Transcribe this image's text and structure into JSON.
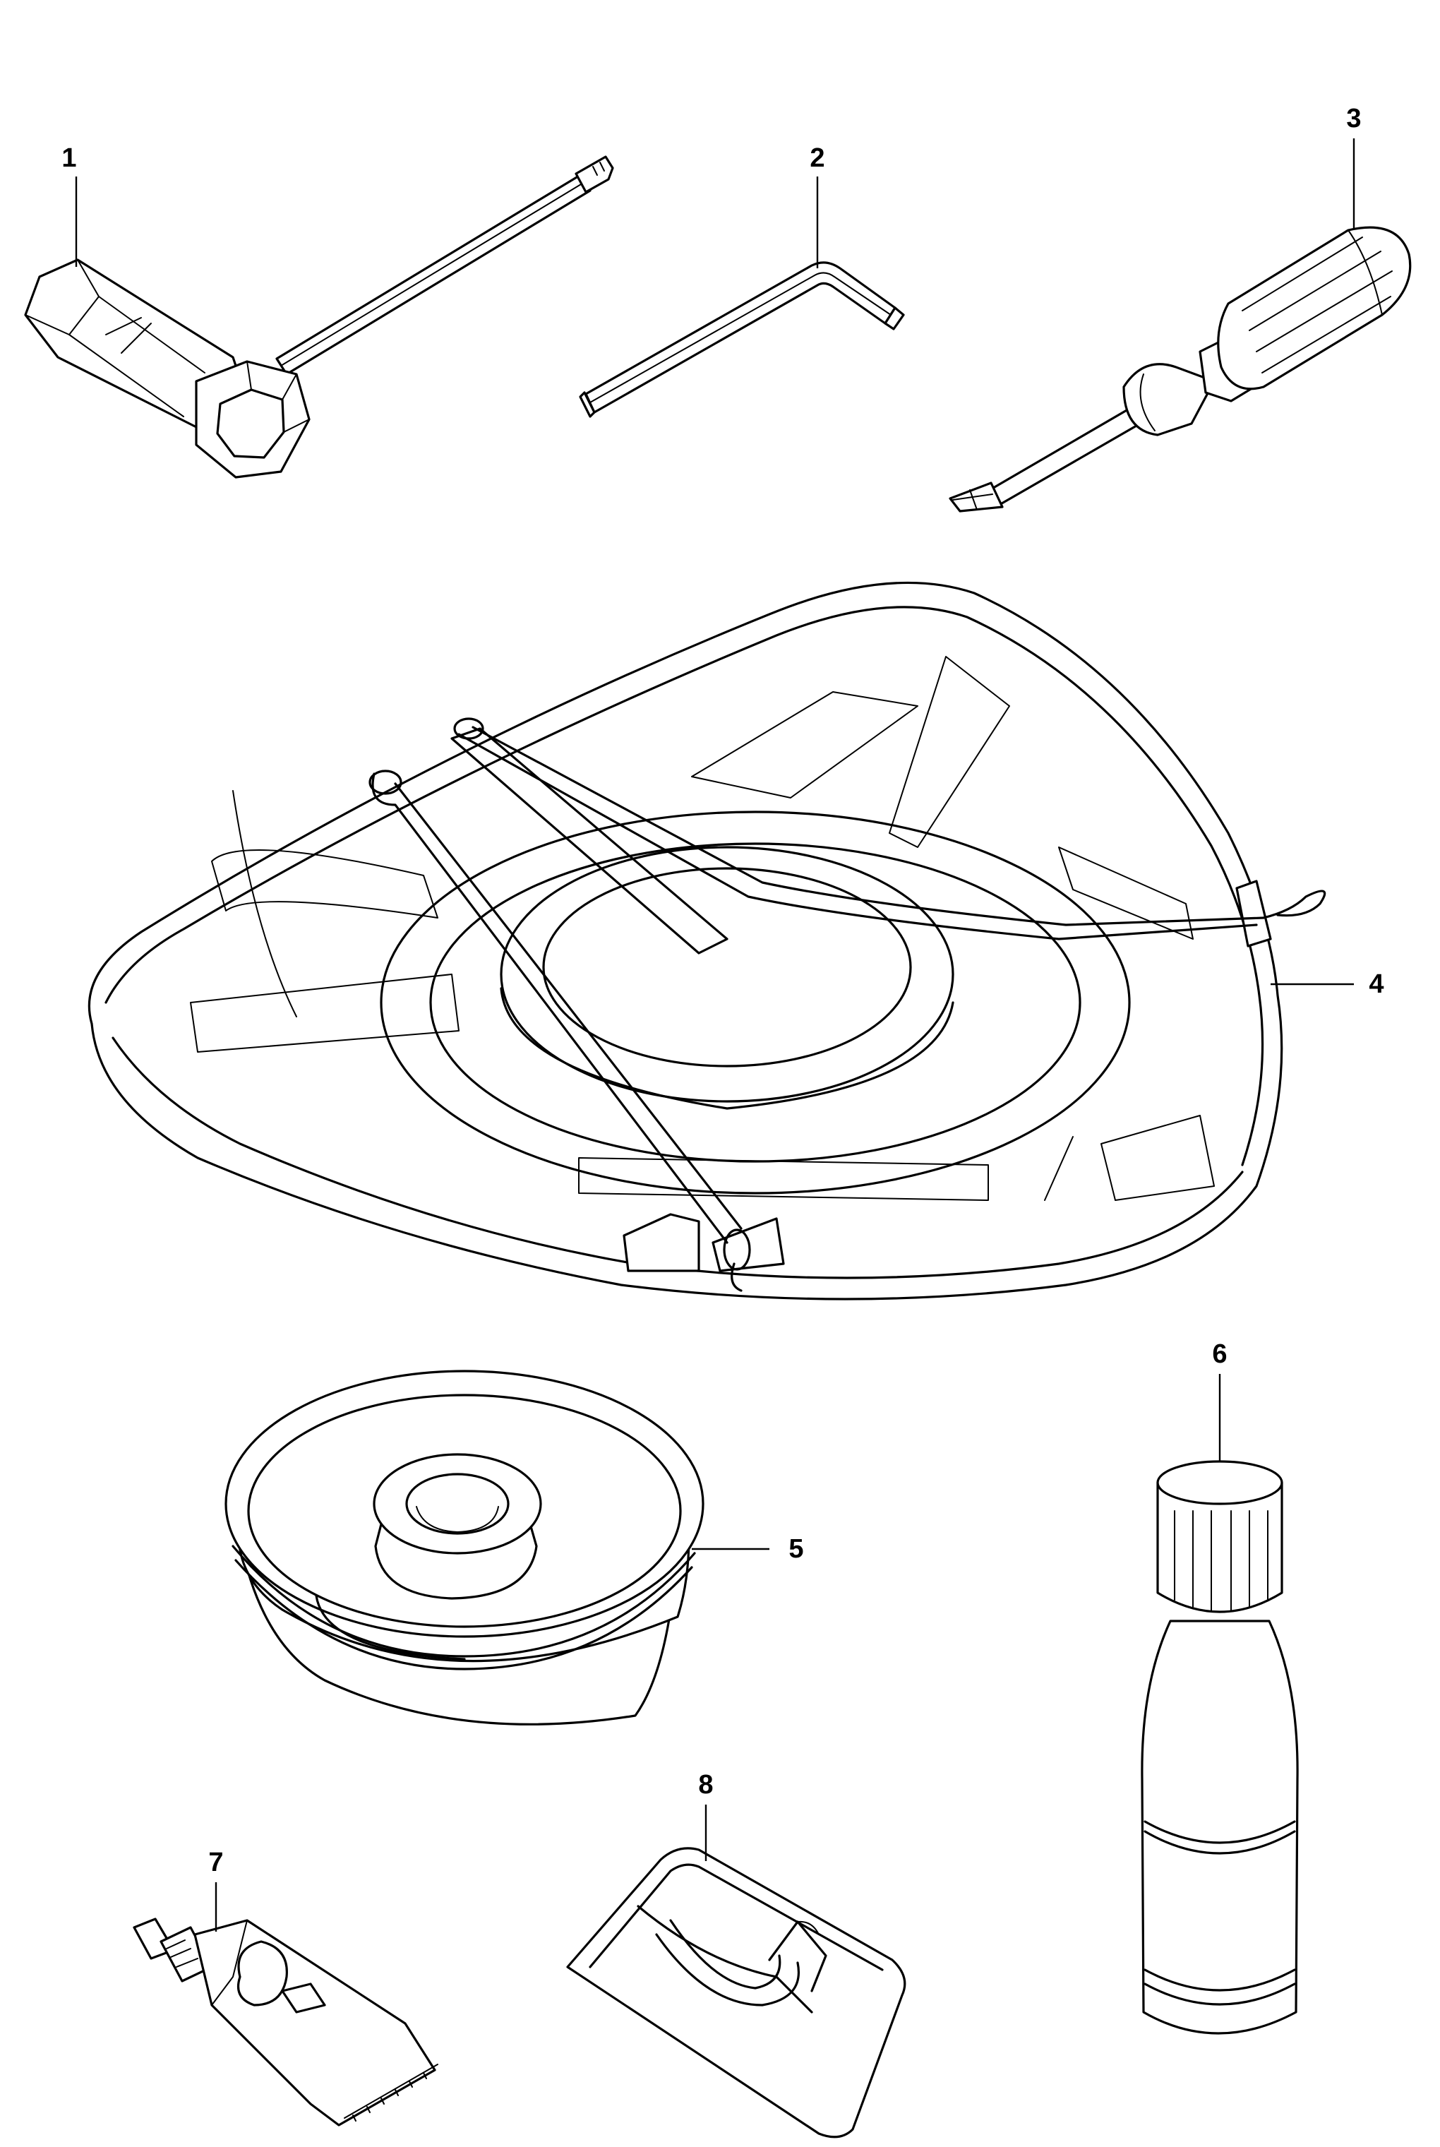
{
  "diagram": {
    "parts": [
      {
        "key": "p1",
        "number": "1",
        "icon": "combination-spanner-icon"
      },
      {
        "key": "p2",
        "number": "2",
        "icon": "hex-key-icon"
      },
      {
        "key": "p3",
        "number": "3",
        "icon": "screwdriver-icon"
      },
      {
        "key": "p4",
        "number": "4",
        "icon": "blade-guard-icon"
      },
      {
        "key": "p5",
        "number": "5",
        "icon": "support-cup-icon"
      },
      {
        "key": "p6",
        "number": "6",
        "icon": "oil-bottle-icon"
      },
      {
        "key": "p7",
        "number": "7",
        "icon": "grease-tube-icon"
      },
      {
        "key": "p8",
        "number": "8",
        "icon": "strap-bag-icon"
      }
    ]
  }
}
